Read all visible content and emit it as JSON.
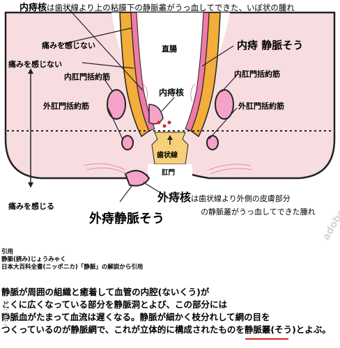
{
  "header": {
    "term": "内痔核",
    "note": "は歯状線より上の粘膜下の静脈叢がうっ血してできた、いぼ状の腫れ"
  },
  "labels": {
    "naichokuchou": "直腸",
    "naijikaku_center": "内痔核",
    "shijousen": "歯状線",
    "koumon": "肛門",
    "naiji_jomyakusou": "内痔 静脈そう",
    "naikoumon_left": "内肛門括約筋",
    "naikoumon_right": "内肛門括約筋",
    "gaikoumon_left": "外肛門括約筋",
    "gaikoumon_right": "外肛門括約筋",
    "itami_nai_1": "痛みを感じない",
    "itami_nai_2": "痛みを感じない",
    "itami_aru": "痛みを感じる",
    "gaijikaku_term": "外痔核",
    "gaijikaku_note_1": "は歯状線より外側の皮膚部分",
    "gaijikaku_note_2": "の静脈叢がうっ血してできた腫れ",
    "gaiji_jomyakusou": "外痔静脈そう"
  },
  "citation": {
    "line1": "引用",
    "line2": "静脈(読み)じょうみゃく",
    "line3": "日本大百科全書(ニッポニカ)「静脈」の解説から引用"
  },
  "description": {
    "line1": "静脈が周囲の組織と癒着して血管の内腔(ないくう)が",
    "line2": "とくに広くなっている部分を静脈洞とよび、この部分には",
    "line3": "静脈血がたまって血流は遅くなる。静脈が細かく枝分れして網の目を",
    "line4": "つくっているのが静脈網で、これが立体的に構成されたものを静脈叢(そう)とよぶ。"
  },
  "watermark": "adobe stock",
  "watermark_id": "#491001",
  "colors": {
    "skin": "#f7dde0",
    "outline": "#222222",
    "muscle": "#f5a3c8",
    "yellow": "#f2ad3a",
    "dentate": "#f7d07a",
    "underline": "#e02020",
    "blood": "#e0202a"
  }
}
